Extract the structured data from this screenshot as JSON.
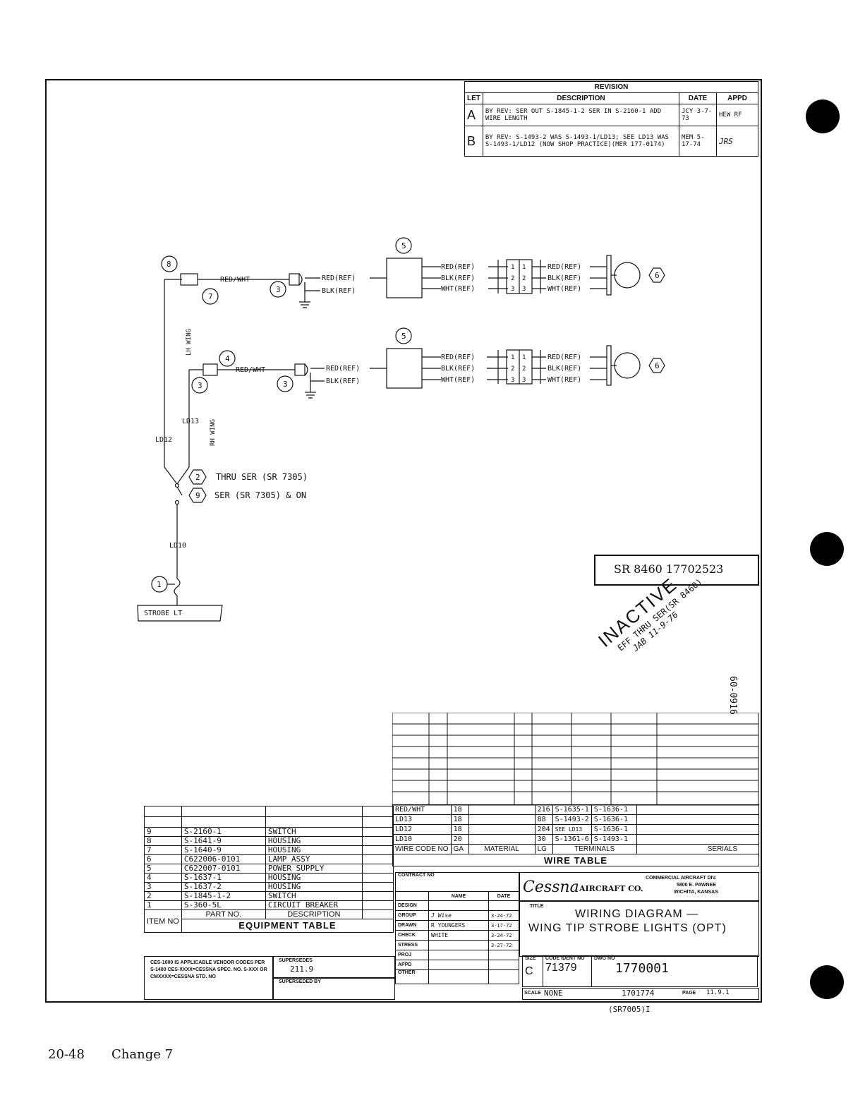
{
  "revision": {
    "title": "REVISION",
    "headers": {
      "let": "LET",
      "description": "DESCRIPTION",
      "date": "DATE",
      "appd": "APPD"
    },
    "rows": [
      {
        "let": "A",
        "description": "BY REV: SER OUT S-1845-1-2 SER IN S-2160-1 ADD WIRE LENGTH",
        "date": "JCY 3-7-73",
        "appd": "HEW RF"
      },
      {
        "let": "B",
        "description": "BY REV: S-1493-2 WAS S-1493-1/LD13; SEE LD13 WAS S-1493-1/LD12 (NOW SHOP PRACTICE)(MER 177-0174)",
        "date": "MEM 5-17-74",
        "appd": "JRS"
      }
    ]
  },
  "schematic": {
    "balloons": [
      "8",
      "7",
      "3",
      "5",
      "6",
      "4",
      "3",
      "3",
      "5",
      "6",
      "2",
      "9",
      "1"
    ],
    "wire_labels": {
      "red_wht": "RED/WHT",
      "red_ref": "RED(REF)",
      "blk_ref": "BLK(REF)",
      "wht_ref": "WHT(REF)",
      "lh_wing": "LH WING",
      "rh_wing": "RH WING",
      "ld13": "LD13",
      "ld12": "LD12",
      "ld10": "LD10",
      "pins": [
        "1",
        "2",
        "3"
      ]
    },
    "note_2": "THRU SER (SR 7305)",
    "note_9": "SER (SR 7305) & ON",
    "strobe_label": "STROBE LT"
  },
  "sr_box": "SR 8460 17702523",
  "stamp": {
    "line1": "INACTIVE",
    "line2": "EFF THRU SER(SR 8460)",
    "line3": "JAB 11-9-76",
    "side": "60-0916"
  },
  "wire_table": {
    "title": "WIRE TABLE",
    "headers": {
      "code": "WIRE CODE NO",
      "ga": "GA",
      "material": "MATERIAL",
      "lg": "LG",
      "terminals": "TERMINALS",
      "serials": "SERIALS"
    },
    "rows": [
      {
        "code": "RED/WHT",
        "ga": "18",
        "material": "",
        "lg": "216",
        "t1": "S-1635-1",
        "t2": "S-1636-1",
        "serials": ""
      },
      {
        "code": "LD13",
        "ga": "18",
        "material": "",
        "lg": "88",
        "t1": "S-1493-2",
        "t2": "S-1636-1",
        "serials": ""
      },
      {
        "code": "LD12",
        "ga": "18",
        "material": "",
        "lg": "204",
        "t1": "SEE LD13",
        "t2": "S-1636-1",
        "serials": ""
      },
      {
        "code": "LD10",
        "ga": "20",
        "material": "",
        "lg": "30",
        "t1": "S-1361-6",
        "t2": "S-1493-1",
        "serials": ""
      }
    ]
  },
  "equipment_table": {
    "title": "EQUIPMENT TABLE",
    "headers": {
      "item": "ITEM NO",
      "part": "PART NO.",
      "desc": "DESCRIPTION"
    },
    "rows": [
      {
        "item": "9",
        "part": "S-2160-1",
        "desc": "SWITCH"
      },
      {
        "item": "8",
        "part": "S-1641-9",
        "desc": "HOUSING"
      },
      {
        "item": "7",
        "part": "S-1640-9",
        "desc": "HOUSING"
      },
      {
        "item": "6",
        "part": "C622006-0101",
        "desc": "LAMP ASSY"
      },
      {
        "item": "5",
        "part": "C622007-0101",
        "desc": "POWER SUPPLY"
      },
      {
        "item": "4",
        "part": "S-1637-1",
        "desc": "HOUSING"
      },
      {
        "item": "3",
        "part": "S-1637-2",
        "desc": "HOUSING"
      },
      {
        "item": "2",
        "part": "S-1845-1-2",
        "desc": "SWITCH"
      },
      {
        "item": "1",
        "part": "S-360-5L",
        "desc": "CIRCUIT BREAKER"
      }
    ],
    "note": "CES-1000 IS APPLICABLE VENDOR CODES PER S-1400 CES-XXXX=CESSNA SPEC. NO. S-XXX OR CMXXXX=CESSNA STD. NO",
    "supersedes_label": "SUPERSEDES",
    "supersedes_value": "211.9",
    "superseded_by_label": "SUPERSEDED BY"
  },
  "title_block": {
    "contract_no": "CONTRACT NO",
    "name": "NAME",
    "date": "DATE",
    "rows": [
      {
        "label": "DESIGN",
        "name": "",
        "date": ""
      },
      {
        "label": "GROUP",
        "name": "J Wise",
        "date": "3-24-72"
      },
      {
        "label": "DRAWN",
        "name": "R YOUNGERS",
        "date": "3-17-72"
      },
      {
        "label": "CHECK",
        "name": "WHITE",
        "date": "3-24-72"
      },
      {
        "label": "STRESS",
        "name": "",
        "date": "3-27-72"
      },
      {
        "label": "PROJ",
        "name": "",
        "date": ""
      },
      {
        "label": "APPD",
        "name": "",
        "date": ""
      },
      {
        "label": "OTHER",
        "name": "",
        "date": ""
      }
    ],
    "company": "Cessna",
    "company_suffix": "AIRCRAFT CO.",
    "division": "COMMERCIAL AIRCRAFT DIV.",
    "address1": "5800 E. PAWNEE",
    "address2": "WICHITA, KANSAS",
    "title_label": "TITLE",
    "title1": "WIRING DIAGRAM —",
    "title2": "WING TIP STROBE LIGHTS (OPT)",
    "size_label": "SIZE",
    "size": "C",
    "code_ident_label": "CODE IDENT NO",
    "code_ident": "71379",
    "dwg_no_label": "DWG NO",
    "dwg_no": "1770001",
    "scale_label": "SCALE",
    "scale": "NONE",
    "dwg_ref": "1701774",
    "page_label": "PAGE",
    "page": "11.9.1",
    "below": "(SR7005)I"
  },
  "footer": {
    "page": "20-48",
    "change": "Change 7"
  }
}
